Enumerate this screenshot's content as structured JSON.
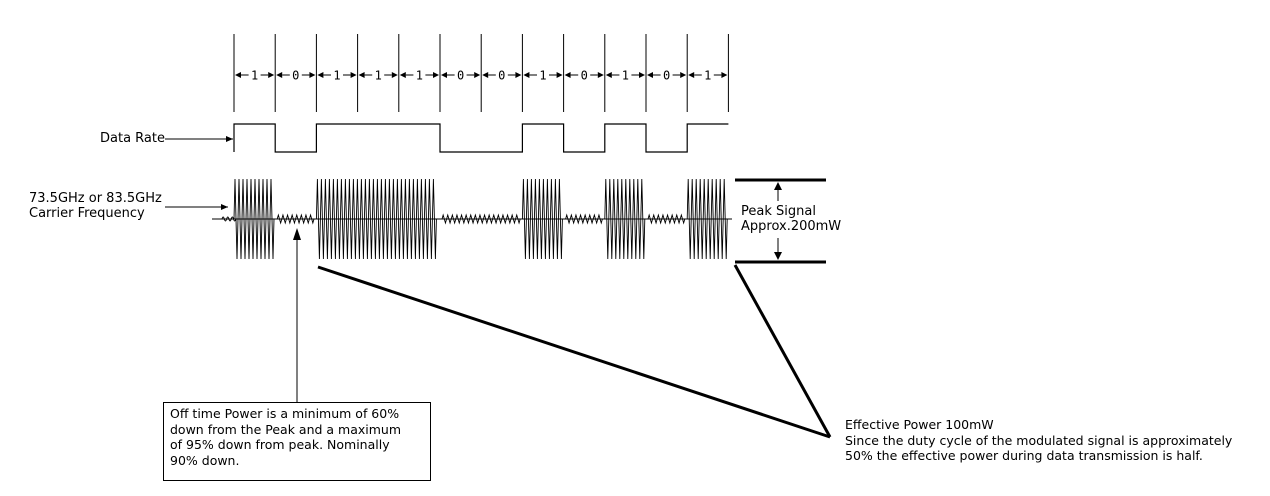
{
  "bits": [
    "1",
    "0",
    "1",
    "1",
    "1",
    "0",
    "0",
    "1",
    "0",
    "1",
    "0",
    "1"
  ],
  "data_rate_label": "Data Rate",
  "carrier_label": {
    "line1": "73.5GHz or 83.5GHz",
    "line2": "Carrier Frequency"
  },
  "peak_label": {
    "line1": "Peak Signal",
    "line2": "Approx.200mW"
  },
  "off_time_note": [
    "Off time Power is a minimum of 60%",
    "down from the Peak and a maximum",
    "of 95% down from peak.  Nominally",
    "90% down."
  ],
  "effective_note": [
    "Effective Power 100mW",
    "Since the duty cycle of the modulated signal is approximately",
    "50% the effective power during data transmission is half."
  ]
}
